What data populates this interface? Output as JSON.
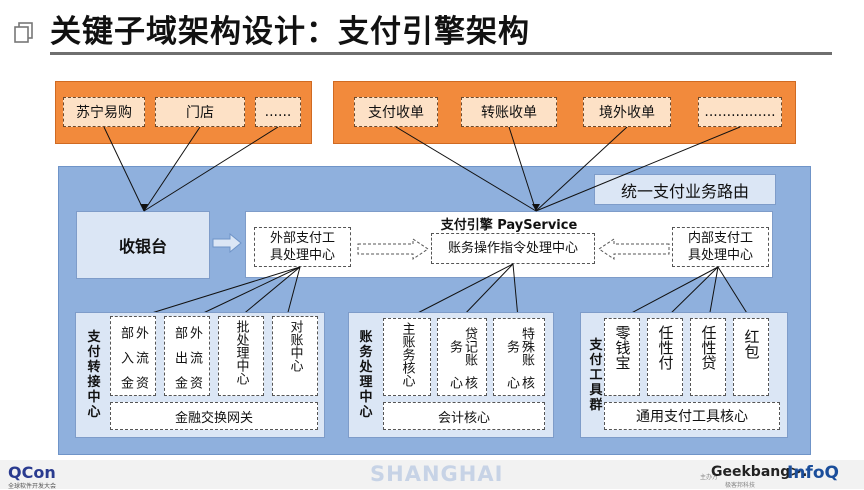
{
  "slide": {
    "title": "关键子域架构设计：支付引擎架构"
  },
  "channels_left": [
    "苏宁易购",
    "门店",
    "......"
  ],
  "channels_right": [
    "支付收单",
    "转账收单",
    "境外收单",
    "................"
  ],
  "routing": "统一支付业务路由",
  "cashier": "收银台",
  "payservice": {
    "title": "支付引擎  PayService",
    "external": [
      "外部支付工",
      "具处理中心"
    ],
    "center": "账务操作指令处理中心",
    "internal": [
      "内部支付工",
      "具处理中心"
    ]
  },
  "transfer_center": {
    "label": [
      "支",
      "付",
      "转",
      "接",
      "中",
      "心"
    ],
    "cells": [
      [
        "外部",
        "流入",
        "资金"
      ],
      [
        "外部",
        "流出",
        "资金"
      ],
      [
        "批处理",
        "中心"
      ],
      [
        "对账",
        "中心"
      ]
    ],
    "bottom": "金融交换网关"
  },
  "accounting_center": {
    "label": [
      "账",
      "务",
      "处",
      "理",
      "中",
      "心"
    ],
    "cells": [
      [
        "主账务",
        "核心"
      ],
      [
        "贷记账务",
        "核心"
      ],
      [
        "特殊账务",
        "核心"
      ]
    ],
    "bottom": "会计核心"
  },
  "tool_group": {
    "label": [
      "支",
      "付",
      "工",
      "具",
      "群"
    ],
    "cells": [
      "零钱宝",
      "任性付",
      "任性贷",
      "红包"
    ],
    "bottom": "通用支付工具核心"
  },
  "footer": {
    "qcon": "QCon",
    "qcon_sub": "全球软件开发大会",
    "city": "SHANGHAI",
    "host": "主办方",
    "geek": "Geekbang>.",
    "geek_sub": "极客邦科技",
    "infoq": "InfoQ"
  },
  "colors": {
    "orange": "#f28a3c",
    "tag": "#fde1c6",
    "blue": "#8fb0dd",
    "light_blue": "#dbe6f5"
  }
}
